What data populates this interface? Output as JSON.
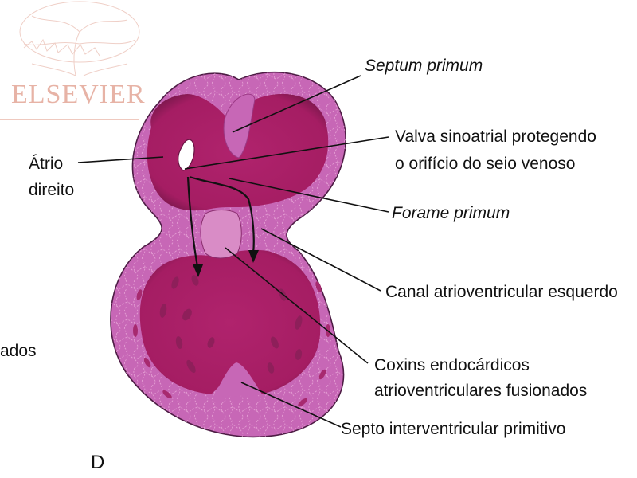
{
  "watermark": {
    "publisher": "ELSEVIER"
  },
  "labels": {
    "septum_primum": "Septum primum",
    "valva_line1": "Valva sinoatrial protegendo",
    "valva_line2": "o orifício do seio venoso",
    "forame_primum": "Forame primum",
    "atrio_line1": "Átrio",
    "atrio_line2": "direito",
    "canal_av": "Canal atrioventricular esquerdo",
    "coxins_line1": "Coxins endocárdicos",
    "coxins_line2": "atrioventriculares fusionados",
    "septo_iv": "Septo interventricular primitivo",
    "cut_fragment": "ados"
  },
  "panel_letter": "D",
  "colors": {
    "outer_wall": "#c767b6",
    "cavity": "#b0246e",
    "cushion": "#d98cc6",
    "outline": "#222222",
    "watermark": "#e7b3a6"
  }
}
